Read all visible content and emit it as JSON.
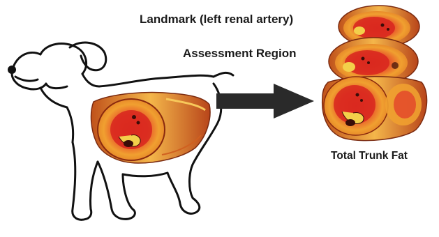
{
  "labels": {
    "landmark": "Landmark (left renal artery)",
    "assessment_region": "Assessment Region",
    "total_trunk_fat": "Total Trunk Fat"
  },
  "colors": {
    "outline": "#111111",
    "arrow": "#2a2a2a",
    "fat_orange": "#f2a12e",
    "tissue_red": "#d8261e",
    "dark_core": "#3a0d08"
  }
}
